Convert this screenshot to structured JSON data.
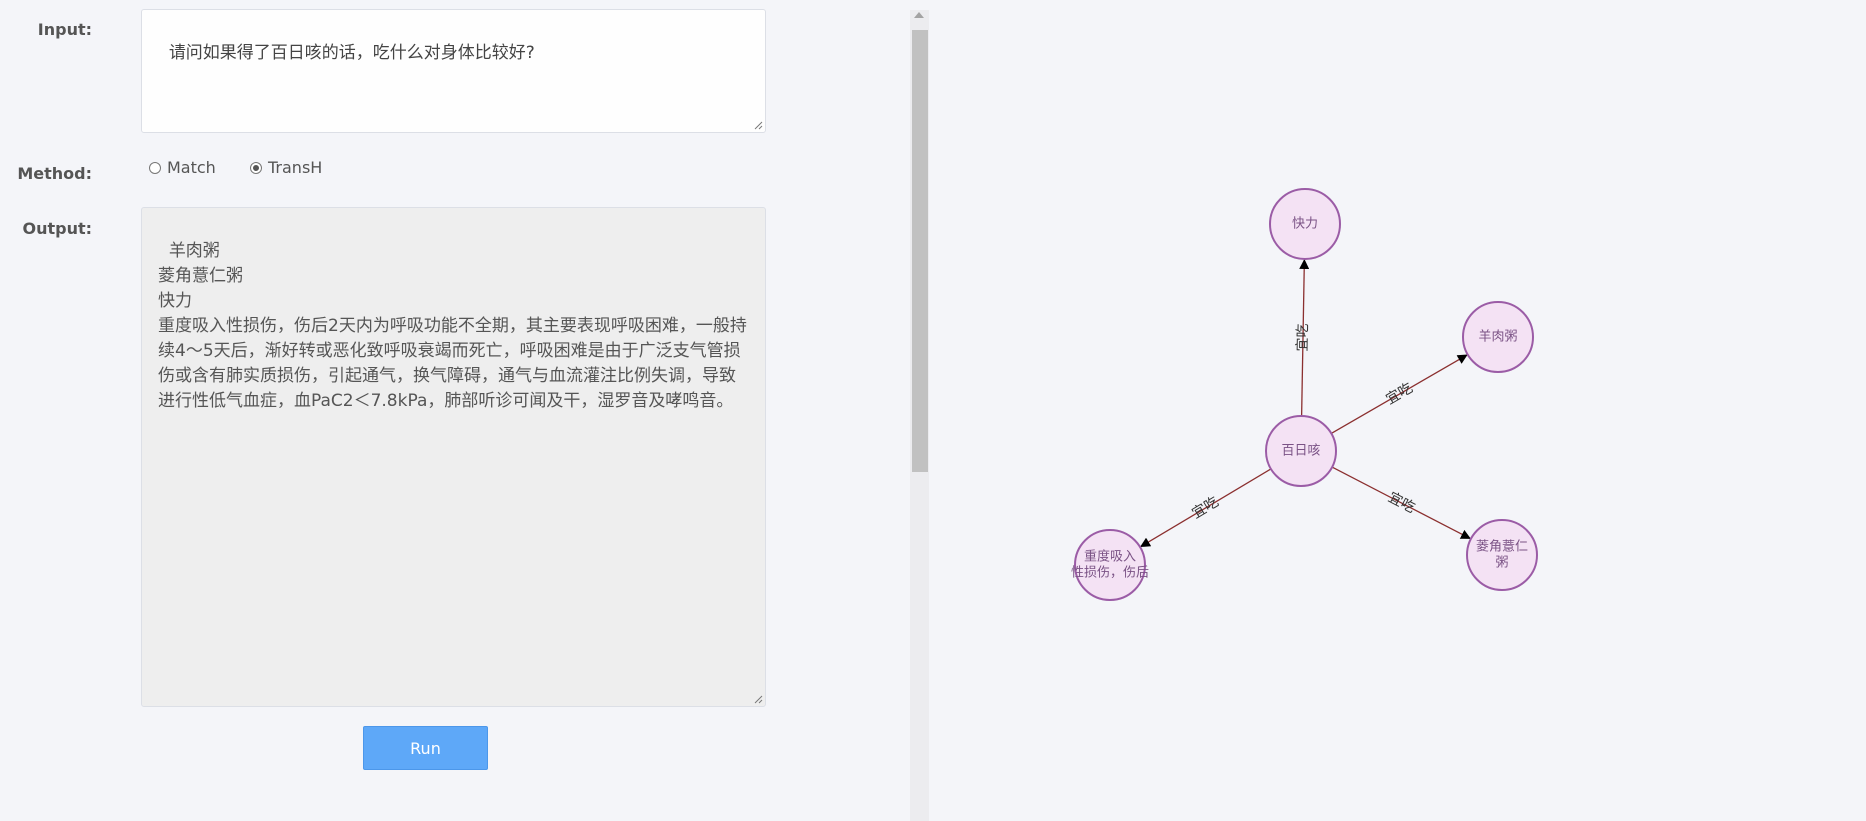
{
  "form": {
    "input_label": "Input:",
    "input_value": "请问如果得了百日咳的话，吃什么对身体比较好?",
    "method_label": "Method:",
    "methods": [
      {
        "label": "Match",
        "checked": false
      },
      {
        "label": "TransH",
        "checked": true
      }
    ],
    "output_label": "Output:",
    "output_value": "羊肉粥\n菱角薏仁粥\n快力\n重度吸入性损伤，伤后2天内为呼吸功能不全期，其主要表现呼吸困难，一般持续4～5天后，渐好转或恶化致呼吸衰竭而死亡，呼吸困难是由于广泛支气管损伤或含有肺实质损伤，引起通气，换气障碍，通气与血流灌注比例失调，导致进行性低气血症，血PaC2＜7.8kPa，肺部听诊可闻及干，湿罗音及哮鸣音。",
    "run_label": "Run"
  },
  "graph": {
    "colors": {
      "node_fill": "#f4e2f4",
      "node_stroke": "#9b5ca6",
      "node_text": "#7a5285",
      "edge": "#8b2f2f",
      "edge_label": "#333333"
    },
    "center": {
      "id": "n0",
      "label": [
        "百日咳"
      ]
    },
    "nodes": [
      {
        "id": "n1",
        "label": [
          "快力"
        ]
      },
      {
        "id": "n2",
        "label": [
          "羊肉粥"
        ]
      },
      {
        "id": "n3",
        "label": [
          "菱角薏仁",
          "粥"
        ]
      },
      {
        "id": "n4",
        "label": [
          "重度吸入",
          "性损伤，伤后"
        ]
      }
    ],
    "edges": [
      {
        "from": "n0",
        "to": "n1",
        "label": "宜吃"
      },
      {
        "from": "n0",
        "to": "n2",
        "label": "宜吃"
      },
      {
        "from": "n0",
        "to": "n3",
        "label": "宜吃"
      },
      {
        "from": "n0",
        "to": "n4",
        "label": "宜吃"
      }
    ]
  }
}
